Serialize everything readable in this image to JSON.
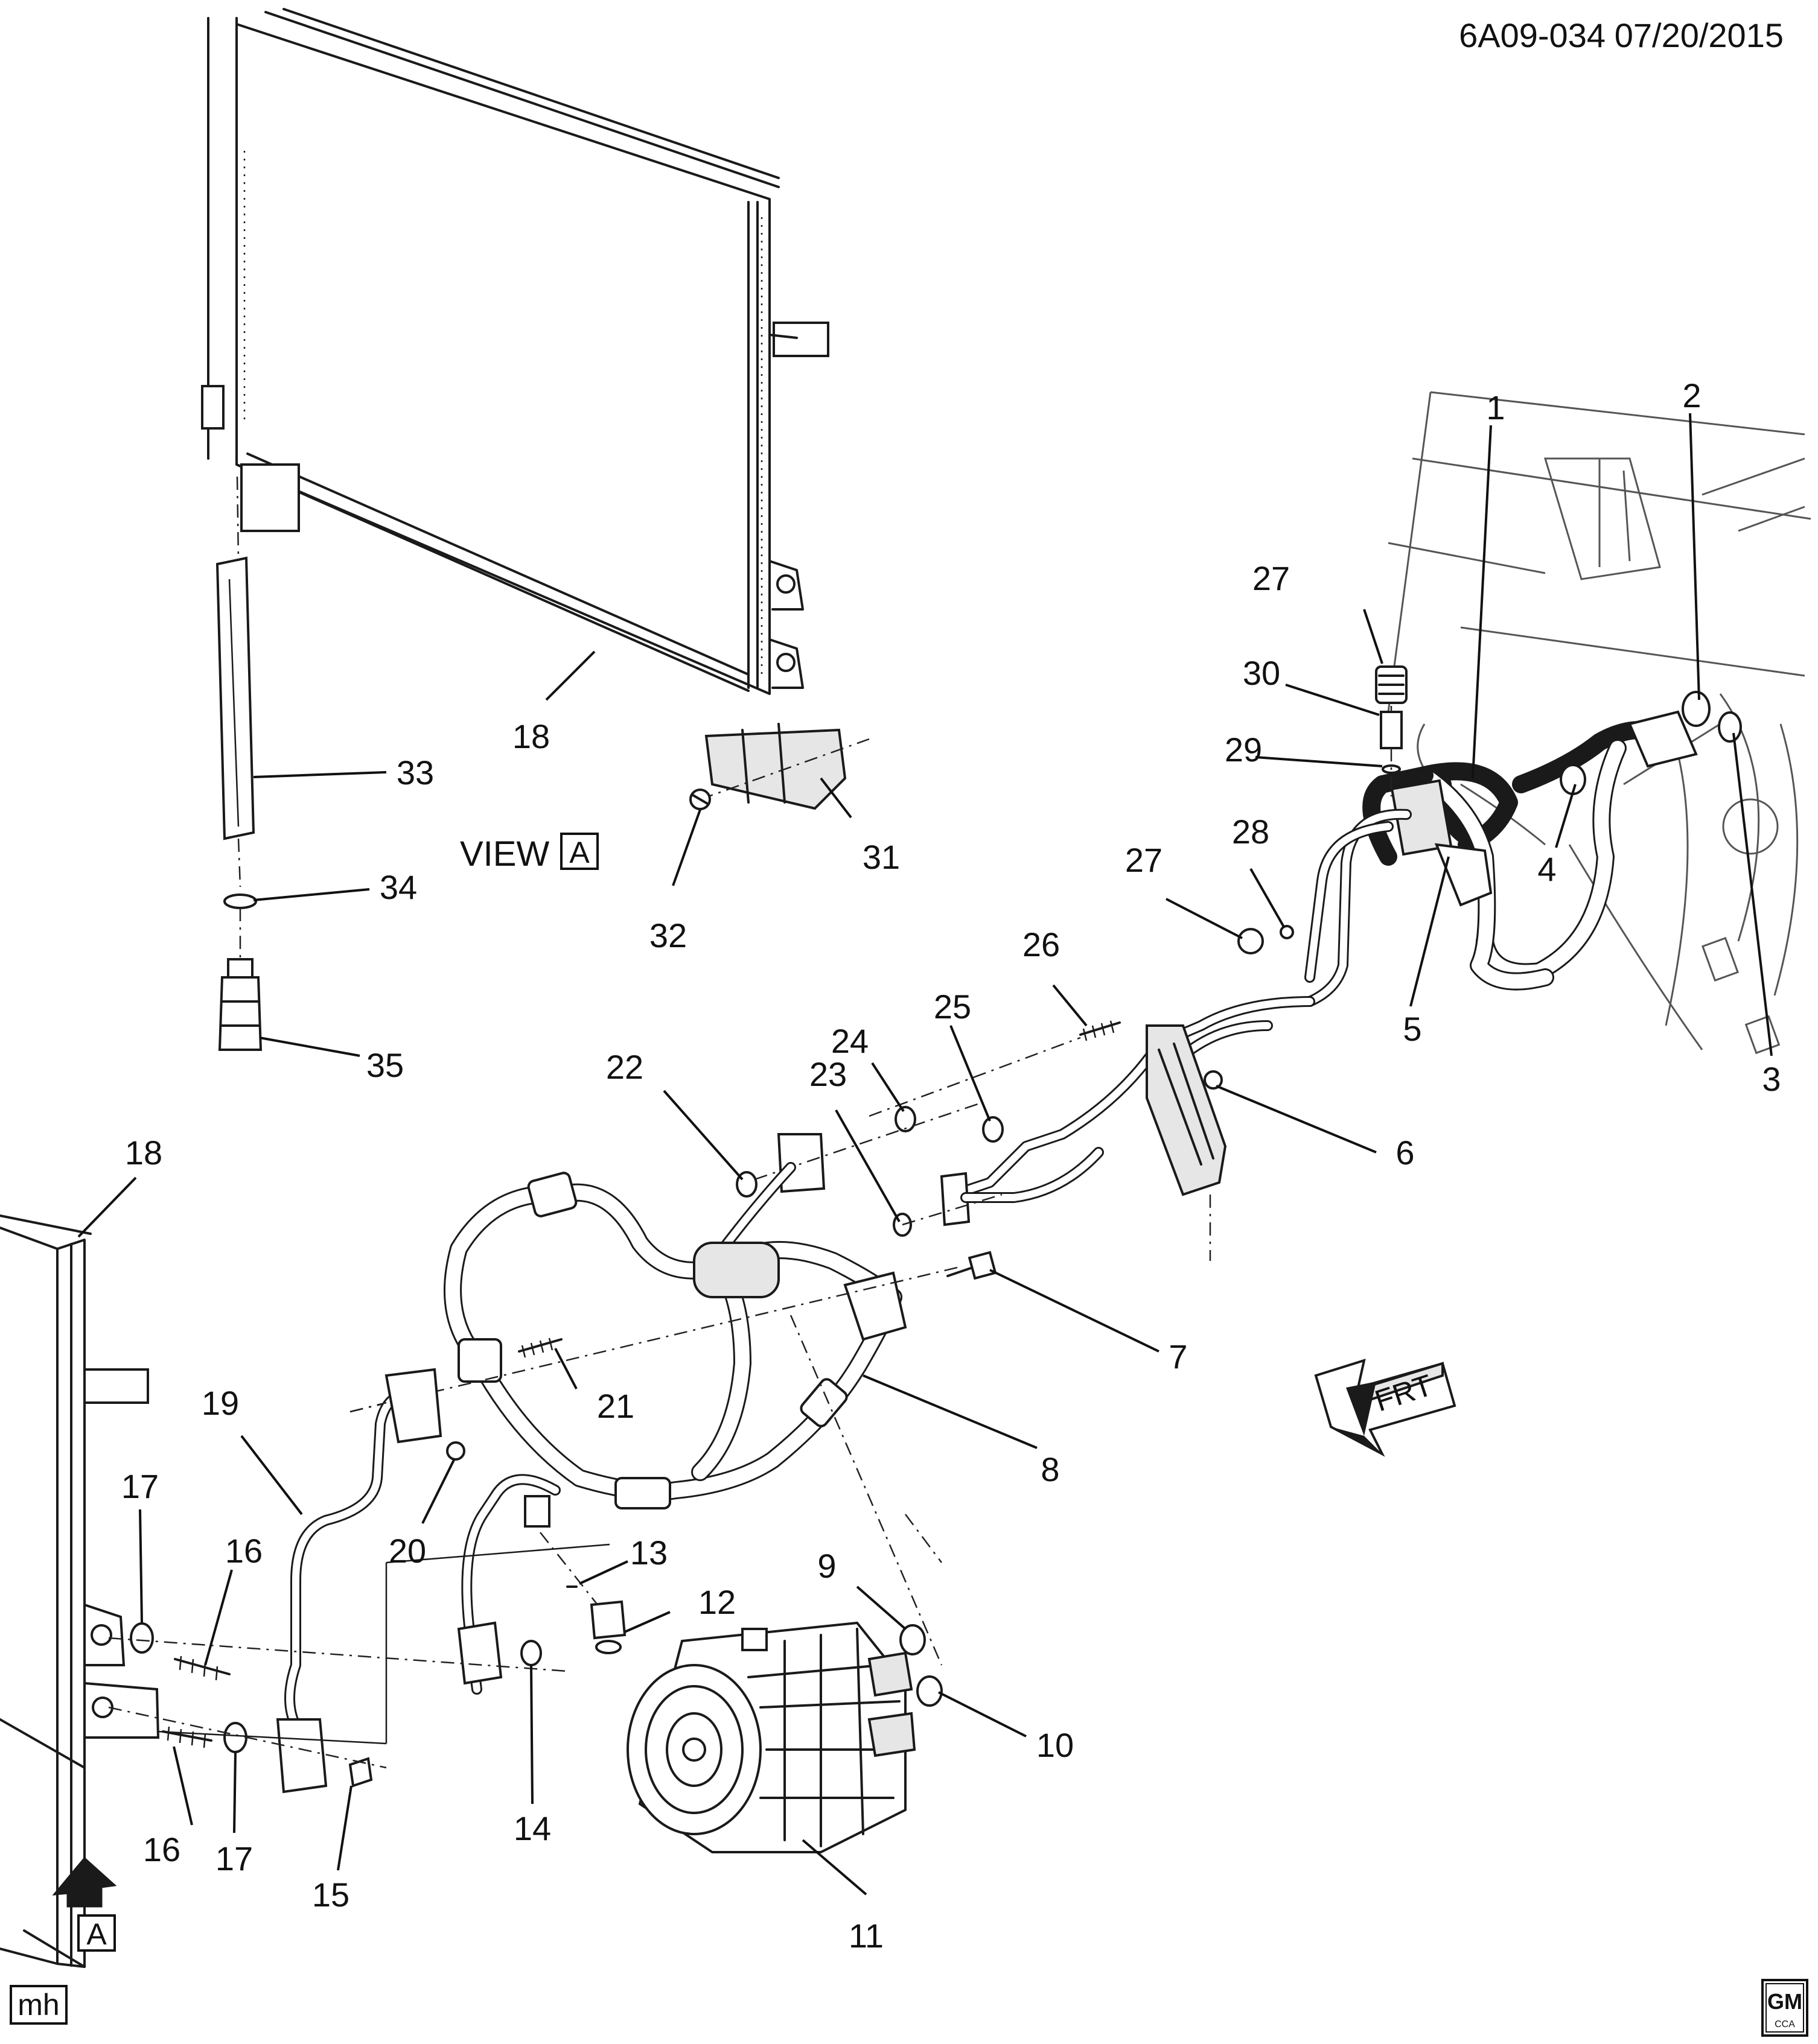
{
  "header": {
    "drawing_number": "6A09-034",
    "date": "07/20/2015"
  },
  "view_label": {
    "text": "VIEW",
    "letter": "A"
  },
  "view_arrow_letter": "A",
  "frt_label": "FRT",
  "author_initials": "mh",
  "logo": {
    "brand": "GM",
    "sub": "CCA"
  },
  "callouts": [
    {
      "id": "c1",
      "label": "1"
    },
    {
      "id": "c2",
      "label": "2"
    },
    {
      "id": "c3",
      "label": "3"
    },
    {
      "id": "c4",
      "label": "4"
    },
    {
      "id": "c5",
      "label": "5"
    },
    {
      "id": "c6",
      "label": "6"
    },
    {
      "id": "c7",
      "label": "7"
    },
    {
      "id": "c8",
      "label": "8"
    },
    {
      "id": "c9",
      "label": "9"
    },
    {
      "id": "c10",
      "label": "10"
    },
    {
      "id": "c11",
      "label": "11"
    },
    {
      "id": "c12",
      "label": "12"
    },
    {
      "id": "c13",
      "label": "13"
    },
    {
      "id": "c14",
      "label": "14"
    },
    {
      "id": "c15",
      "label": "15"
    },
    {
      "id": "c16a",
      "label": "16"
    },
    {
      "id": "c16b",
      "label": "16"
    },
    {
      "id": "c17a",
      "label": "17"
    },
    {
      "id": "c17b",
      "label": "17"
    },
    {
      "id": "c18a",
      "label": "18"
    },
    {
      "id": "c18b",
      "label": "18"
    },
    {
      "id": "c19",
      "label": "19"
    },
    {
      "id": "c20",
      "label": "20"
    },
    {
      "id": "c21",
      "label": "21"
    },
    {
      "id": "c22",
      "label": "22"
    },
    {
      "id": "c23",
      "label": "23"
    },
    {
      "id": "c24",
      "label": "24"
    },
    {
      "id": "c25",
      "label": "25"
    },
    {
      "id": "c26",
      "label": "26"
    },
    {
      "id": "c27a",
      "label": "27"
    },
    {
      "id": "c27b",
      "label": "27"
    },
    {
      "id": "c28",
      "label": "28"
    },
    {
      "id": "c29",
      "label": "29"
    },
    {
      "id": "c30",
      "label": "30"
    },
    {
      "id": "c31",
      "label": "31"
    },
    {
      "id": "c32",
      "label": "32"
    },
    {
      "id": "c33",
      "label": "33"
    },
    {
      "id": "c34",
      "label": "34"
    },
    {
      "id": "c35",
      "label": "35"
    }
  ]
}
